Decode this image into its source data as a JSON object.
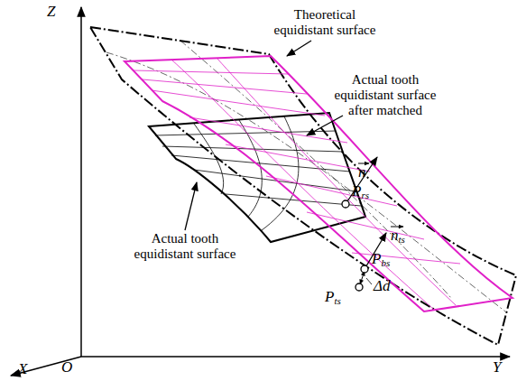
{
  "diagram": {
    "labels": [
      "Z",
      "Y",
      "X",
      "O",
      "Theoretical equidistant surface",
      "Actual tooth equidistant surface after matched",
      "Actual tooth equidistant surface",
      "n",
      "Prs",
      "nts",
      "Pbs",
      "Δd",
      "Pts"
    ]
  }
}
